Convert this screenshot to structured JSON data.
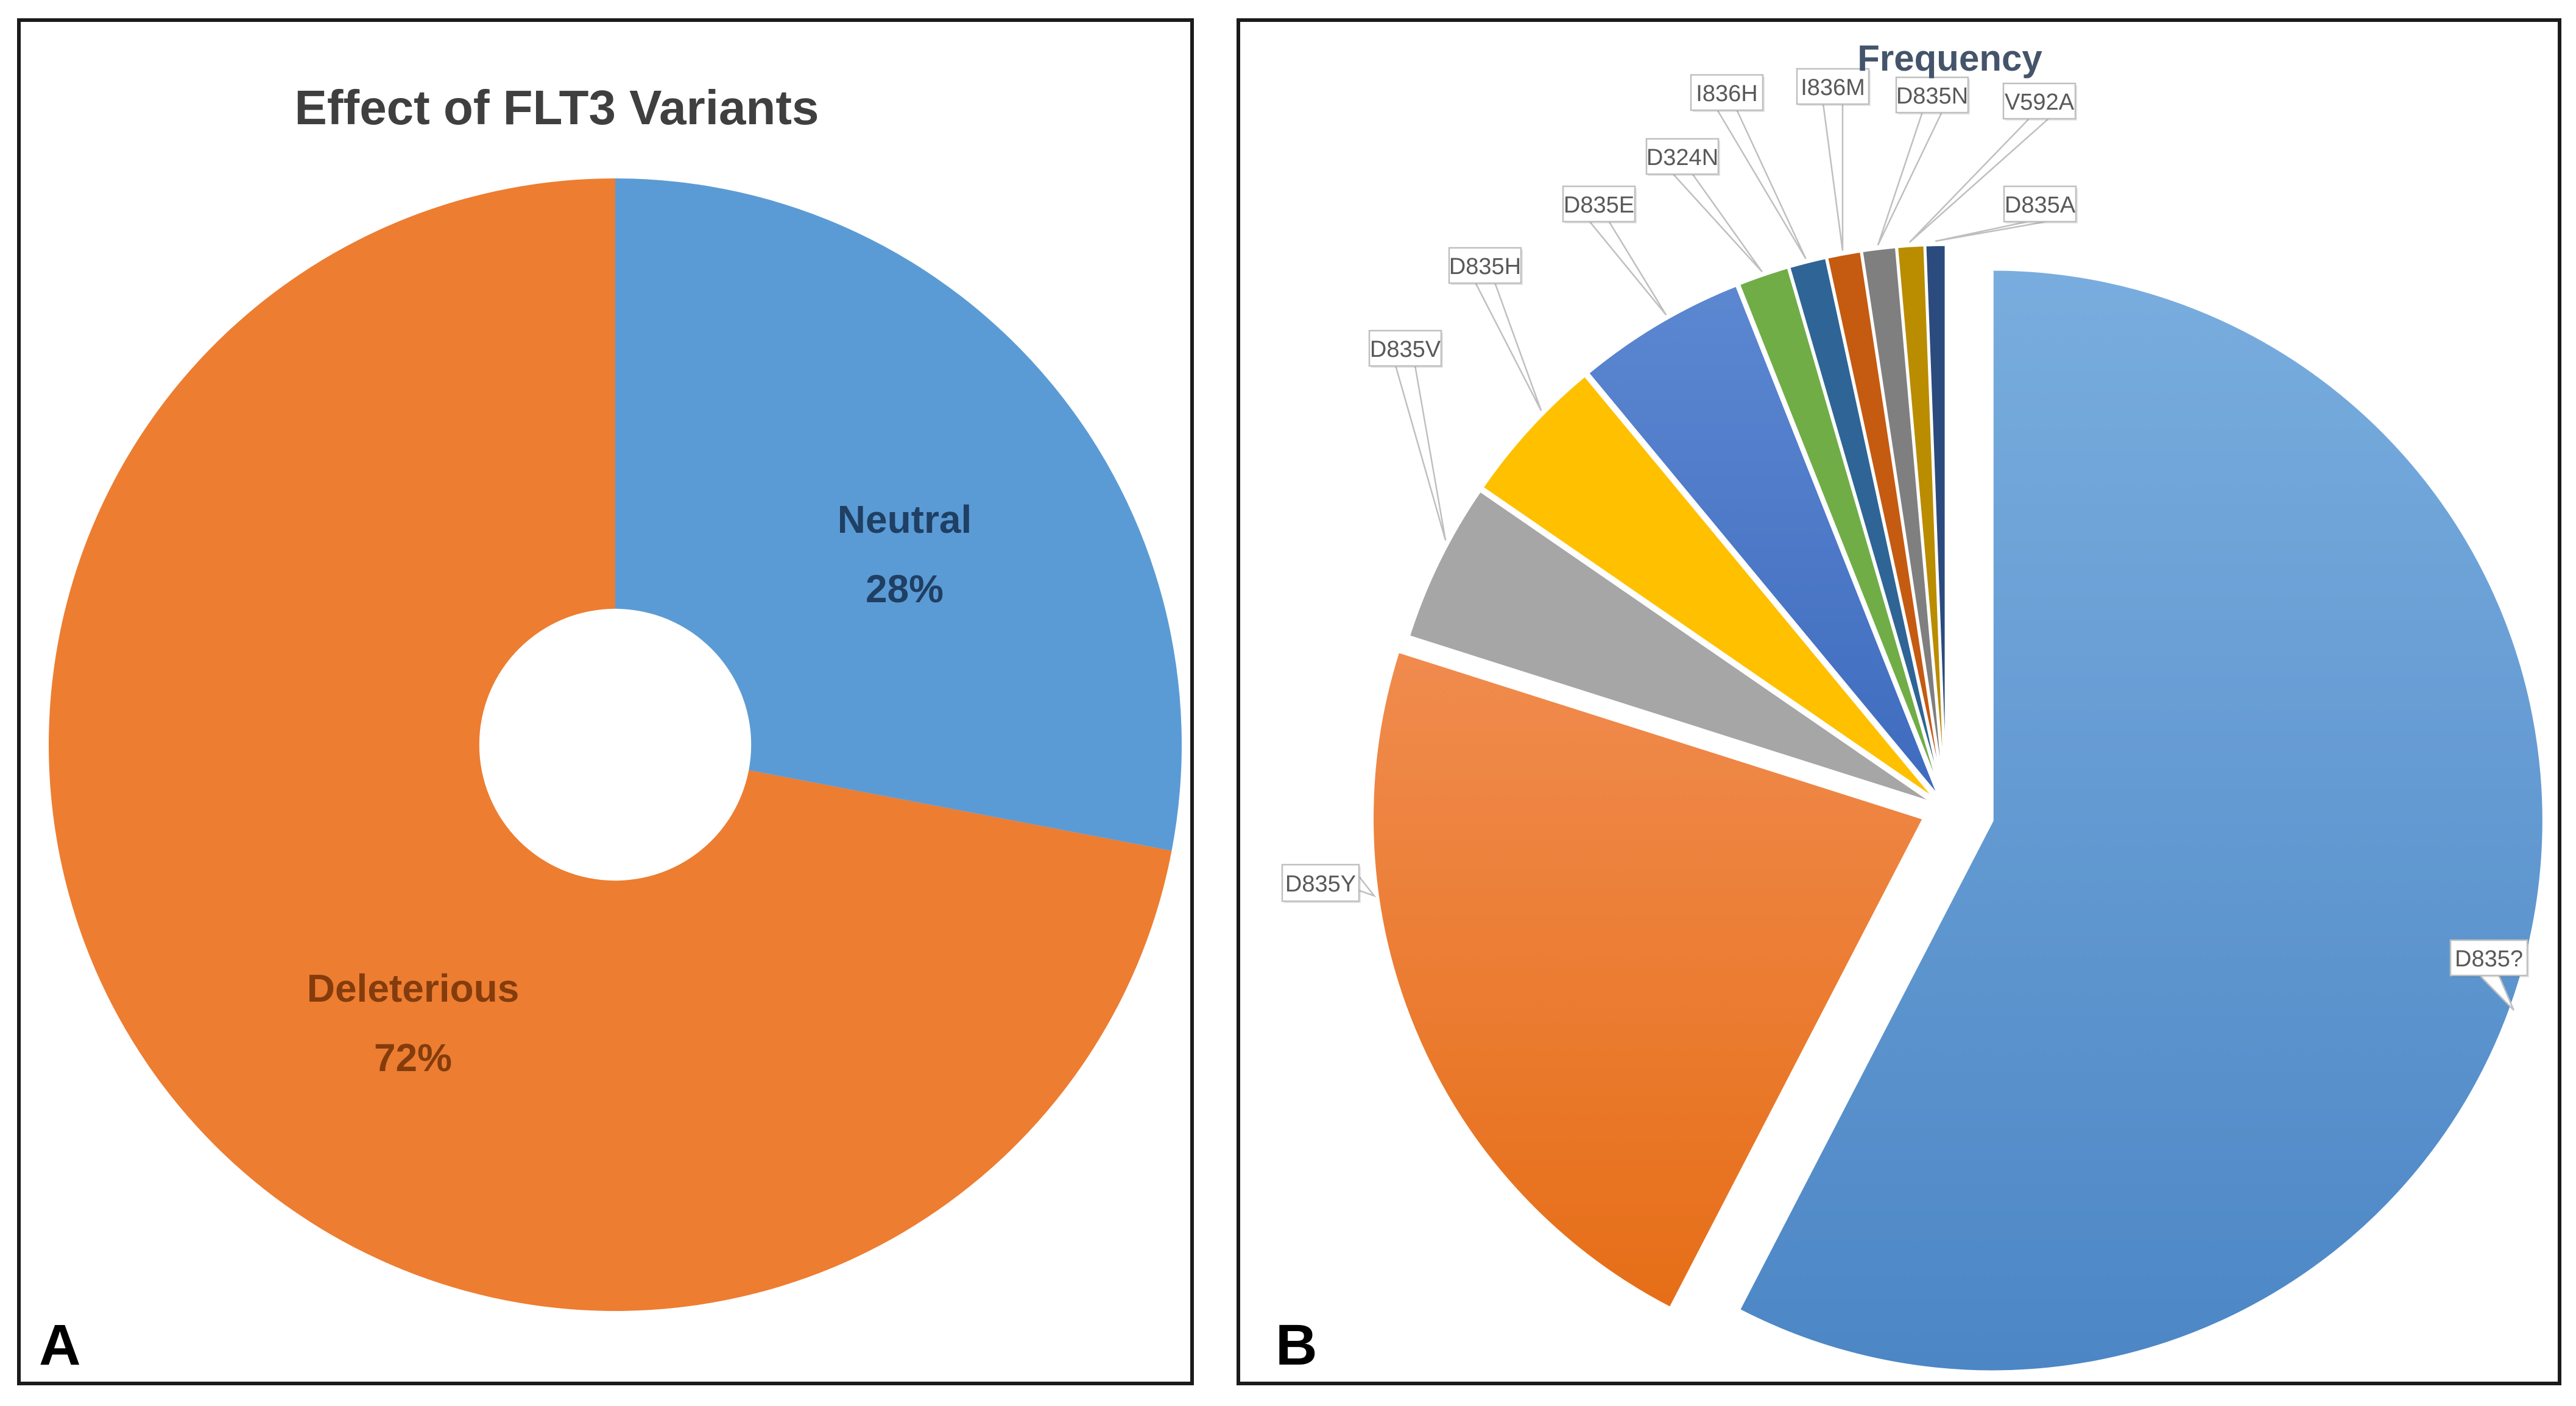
{
  "panels": [
    {
      "letter": "A"
    },
    {
      "letter": "B"
    }
  ],
  "chart_data": [
    {
      "type": "pie",
      "subtype": "donut",
      "panel": "A",
      "title": "Effect of FLT3 Variants",
      "title_color": "#3F3F3F",
      "categories": [
        "Neutral",
        "Deleterious"
      ],
      "values": [
        28,
        72
      ],
      "unit": "percent",
      "colors": [
        "#5B9BD5",
        "#ED7D31"
      ],
      "data_labels": [
        {
          "name": "Neutral",
          "pct": "28%",
          "color": "#1F3F63"
        },
        {
          "name": "Deleterious",
          "pct": "72%",
          "color": "#843C0C"
        }
      ],
      "start_angle_deg": 0,
      "direction": "clockwise",
      "hole_ratio": 0.24,
      "legend": "none"
    },
    {
      "type": "pie",
      "subtype": "exploded",
      "panel": "B",
      "title": "Frequency",
      "title_color": "#44546A",
      "categories": [
        "D835?",
        "D835Y",
        "D835V",
        "D835H",
        "D835E",
        "D324N",
        "I836H",
        "I836M",
        "D835N",
        "V592A",
        "D835A"
      ],
      "values": [
        57.6,
        22.3,
        4.7,
        4.4,
        5.0,
        1.5,
        1.1,
        1.0,
        1.0,
        0.8,
        0.6
      ],
      "unit": "percent",
      "colors": [
        "#5B9BD5",
        "#ED7D31",
        "#A6A6A6",
        "#FFC000",
        "#4472C4",
        "#70AD47",
        "#2F6496",
        "#C55A11",
        "#7F7F7F",
        "#BA8C00",
        "#2B4B7E"
      ],
      "gradients": {
        "0": [
          "#79ADDE",
          "#4C86C5"
        ],
        "1": [
          "#F08B4E",
          "#E66E17"
        ],
        "4": [
          "#5C87D1",
          "#3E6BBE"
        ]
      },
      "start_angle_deg": 0,
      "direction": "clockwise",
      "legend": "none",
      "callout_text_color": "#595959",
      "callout_border_color": "#BFBFBF"
    }
  ]
}
